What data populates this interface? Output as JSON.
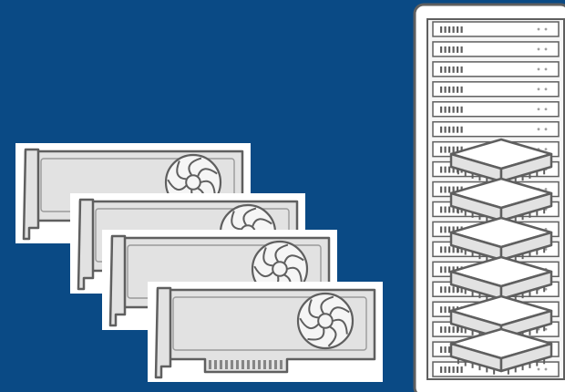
{
  "scene": {
    "background_color": "#0a4a85",
    "card_color": "#e2e2e2",
    "card_face_color": "#f5f5f5",
    "outline_color": "#5f5f5f",
    "white": "#ffffff",
    "icons": [
      "gpu-card-icon",
      "fan-icon",
      "server-rack-icon",
      "chip-icon"
    ],
    "gpu_card_count": 4,
    "rack_bay_count": 18,
    "stacked_chip_count": 6
  }
}
